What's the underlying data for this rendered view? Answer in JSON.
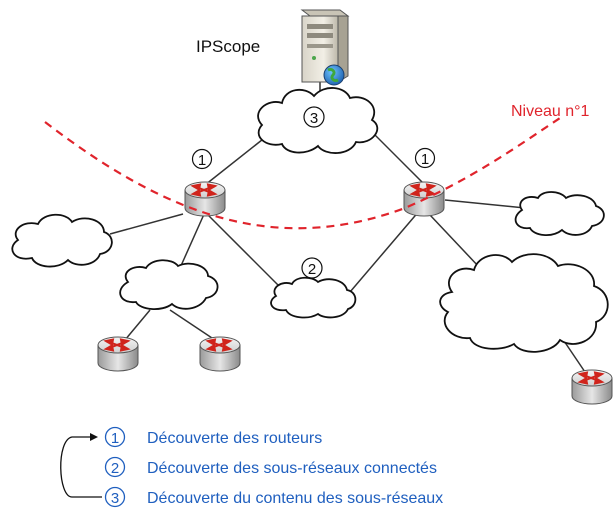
{
  "server": {
    "label": "IPScope"
  },
  "level_line": {
    "label": "Niveau n°1",
    "color": "#e0242c"
  },
  "markers": {
    "router_left": "1",
    "router_right": "1",
    "cloud_top": "3",
    "cloud_middle": "2"
  },
  "legend": {
    "color": "#1f5fbf",
    "items": [
      {
        "number": "1",
        "text": "Découverte des routeurs"
      },
      {
        "number": "2",
        "text": "Découverte des sous-réseaux connectés"
      },
      {
        "number": "3",
        "text": "Découverte du contenu des sous-réseaux"
      }
    ]
  },
  "icons": [
    "server-icon",
    "globe-icon",
    "router-icon",
    "cloud-icon"
  ]
}
